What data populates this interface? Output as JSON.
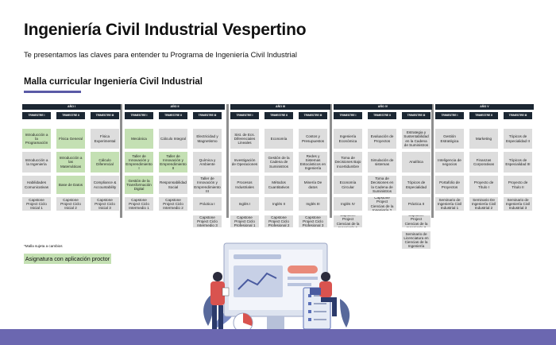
{
  "header": {
    "title": "Ingeniería Civil Industrial Vespertino",
    "subtitle": "Te presentamos las claves para entender tu Programa de Ingeniería Civil Industrial",
    "section_title": "Malla curricular Ingeniería Civil Industrial"
  },
  "years": [
    {
      "label": "AÑO I",
      "semesters": [
        {
          "label": "TRIMESTRE I",
          "courses": [
            {
              "name": "Introducción a la Programación",
              "green": true
            },
            {
              "name": "Introducción a la Ingeniería",
              "green": false
            },
            {
              "name": "Habilidades Comunicativas",
              "green": false
            },
            {
              "name": "Capstone Project Ciclo Inicial 1",
              "green": false
            }
          ]
        },
        {
          "label": "TRIMESTRE II",
          "courses": [
            {
              "name": "Física General",
              "green": true
            },
            {
              "name": "Introducción a las Matemáticas",
              "green": true
            },
            {
              "name": "Base de Datos",
              "green": true
            },
            {
              "name": "Capstone Project Ciclo Inicial 2",
              "green": false
            }
          ]
        },
        {
          "label": "TRIMESTRE III",
          "courses": [
            {
              "name": "Física Experimental",
              "green": false
            },
            {
              "name": "Cálculo Diferencial",
              "green": true
            },
            {
              "name": "Compliance & Accountability",
              "green": false
            },
            {
              "name": "Capstone Project Ciclo Inicial 3",
              "green": false
            }
          ]
        }
      ]
    },
    {
      "label": "AÑO II",
      "semesters": [
        {
          "label": "TRIMESTRE I",
          "courses": [
            {
              "name": "Mecánica",
              "green": true
            },
            {
              "name": "Taller de Innovación y Emprendimiento I",
              "green": true
            },
            {
              "name": "Gestión de la Transformación Digital",
              "green": true
            },
            {
              "name": "Capstone Project Ciclo Intermedio 1",
              "green": false
            }
          ]
        },
        {
          "label": "TRIMESTRE II",
          "courses": [
            {
              "name": "Cálculo Integral",
              "green": false
            },
            {
              "name": "Taller de Innovación y Emprendimiento II",
              "green": true
            },
            {
              "name": "Responsabilidad Social",
              "green": false
            },
            {
              "name": "Capstone Project Ciclo Intermedio 2",
              "green": false
            }
          ]
        },
        {
          "label": "TRIMESTRE III",
          "courses": [
            {
              "name": "Electricidad y Magnetismo",
              "green": false
            },
            {
              "name": "Química y Ambiente",
              "green": false
            },
            {
              "name": "Taller de Innovación y Emprendimiento III",
              "green": false
            },
            {
              "name": "Práctica I",
              "green": false
            },
            {
              "name": "Capstone Project Ciclo Intermedio 3",
              "green": false
            }
          ]
        }
      ]
    },
    {
      "label": "AÑO III",
      "semesters": [
        {
          "label": "TRIMESTRE I",
          "courses": [
            {
              "name": "Sist. de Ecs. Diferenciales Lineales",
              "green": false
            },
            {
              "name": "Investigación de Operaciones",
              "green": false
            },
            {
              "name": "Procesos Industriales",
              "green": false
            },
            {
              "name": "Inglés I",
              "green": false
            },
            {
              "name": "Capstone Project Ciclo Profesional 1",
              "green": false
            }
          ]
        },
        {
          "label": "TRIMESTRE II",
          "courses": [
            {
              "name": "Economía",
              "green": false
            },
            {
              "name": "Gestión de la Cadena de Suministros",
              "green": false
            },
            {
              "name": "Métodos Cuantitativos",
              "green": false
            },
            {
              "name": "Inglés II",
              "green": false
            },
            {
              "name": "Capstone Project Ciclo Profesional 2",
              "green": false
            }
          ]
        },
        {
          "label": "TRIMESTRE III",
          "courses": [
            {
              "name": "Costos y Presupuestos",
              "green": false
            },
            {
              "name": "Redes y Sistemas Estocásticos en Ingeniería",
              "green": false
            },
            {
              "name": "Minería De datos",
              "green": false
            },
            {
              "name": "Inglés III",
              "green": false
            },
            {
              "name": "Capstone Project Ciclo Profesional 3",
              "green": false
            }
          ]
        }
      ]
    },
    {
      "label": "AÑO IV",
      "semesters": [
        {
          "label": "TRIMESTRE I",
          "courses": [
            {
              "name": "Ingeniería Económica",
              "green": false
            },
            {
              "name": "Toma de Decisiones Bajo Incertidumbre",
              "green": false
            },
            {
              "name": "Economía Circular",
              "green": false
            },
            {
              "name": "Inglés IV",
              "green": false
            },
            {
              "name": "Capstone Project Ciencias de la Ingeniería 1",
              "green": false
            }
          ]
        },
        {
          "label": "TRIMESTRE II",
          "courses": [
            {
              "name": "Evaluación de Proyectos",
              "green": false
            },
            {
              "name": "Simulación de sistemas",
              "green": false
            },
            {
              "name": "Toma de Decisiones en la Cadena de Suministros",
              "green": false
            },
            {
              "name": "Capstone Project Ciencias de la Ingeniería 2",
              "green": false
            }
          ]
        },
        {
          "label": "TRIMESTRE III",
          "courses": [
            {
              "name": "Estrategia y Sustentabilidad en la Cadena de Suministros",
              "green": false
            },
            {
              "name": "Analítica",
              "green": false
            },
            {
              "name": "Tópicos de Especialidad",
              "green": false
            },
            {
              "name": "Práctica II",
              "green": false
            },
            {
              "name": "Capstone Project Ciencias de la Ingeniería 3",
              "green": false
            },
            {
              "name": "Seminario de Licenciatura en Ciencias de la Ingeniería",
              "green": false
            }
          ]
        }
      ]
    },
    {
      "label": "AÑO V",
      "semesters": [
        {
          "label": "TRIMESTRE I",
          "courses": [
            {
              "name": "Gestión Estratégica",
              "green": false
            },
            {
              "name": "Inteligencia de negocios",
              "green": false
            },
            {
              "name": "Portafolio de Proyectos",
              "green": false
            },
            {
              "name": "Seminario de Ingeniería Civil Industrial 1",
              "green": false
            }
          ]
        },
        {
          "label": "TRIMESTRE II",
          "courses": [
            {
              "name": "Marketing",
              "green": false
            },
            {
              "name": "Finanzas Corporativas",
              "green": false
            },
            {
              "name": "Proyecto de Título I",
              "green": false
            },
            {
              "name": "Seminario De Ingeniería Civil Industrial 2",
              "green": false
            }
          ]
        },
        {
          "label": "TRIMESTRE III",
          "courses": [
            {
              "name": "Tópicos de Especialidad II",
              "green": false
            },
            {
              "name": "Tópicos de Especialidad III",
              "green": false
            },
            {
              "name": "Proyecto de Título II",
              "green": false
            },
            {
              "name": "Seminario de Ingeniería Civil Industrial 3",
              "green": false
            }
          ]
        }
      ]
    }
  ],
  "footnote": "*Malla sujeta a cambios",
  "legend_label": "Asignatura con aplicación proctor",
  "colors": {
    "header_dark": "#1c2733",
    "course_grey": "#dddddd",
    "course_green": "#c4e0b3",
    "accent_purple": "#6b67b0"
  }
}
